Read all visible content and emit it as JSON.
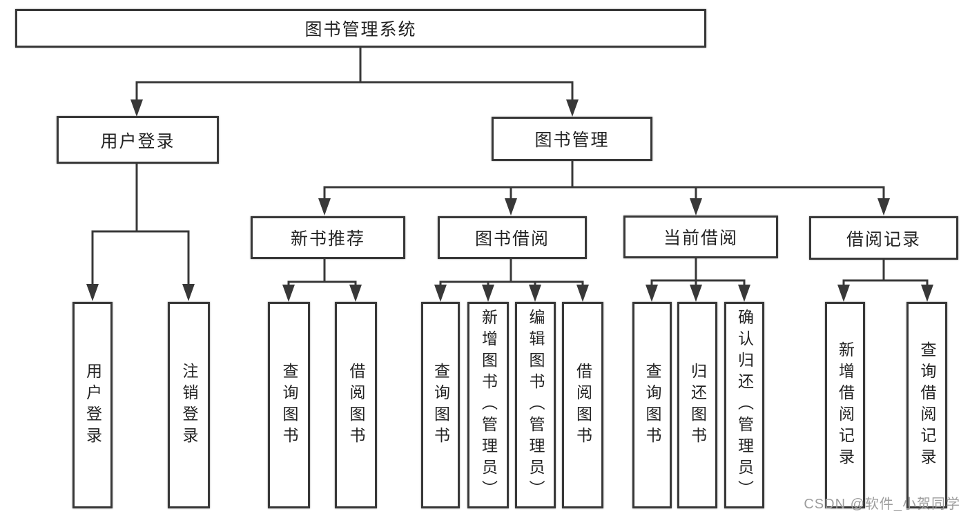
{
  "diagram_title": "图书管理系统",
  "nodes": {
    "root": "图书管理系统",
    "user_login": "用户登录",
    "book_management": "图书管理",
    "new_book_recommend": "新书推荐",
    "book_borrowing": "图书借阅",
    "current_borrowing": "当前借阅",
    "borrowing_records": "借阅记录"
  },
  "leaves": {
    "user_login": [
      "用户登录",
      "注销登录"
    ],
    "new_book_recommend": [
      "查询图书",
      "借阅图书"
    ],
    "book_borrowing": [
      "查询图书",
      "新增图书（管理员）",
      "编辑图书（管理员）",
      "借阅图书"
    ],
    "current_borrowing": [
      "查询图书",
      "归还图书",
      "确认归还（管理员）"
    ],
    "borrowing_records": [
      "新增借阅记录",
      "查询借阅记录"
    ]
  },
  "watermark": "CSDN @软件_小贺同学",
  "colors": {
    "line": "#383838",
    "text": "#232323",
    "background": "#ffffff",
    "watermark_text": "#9d9d9d"
  }
}
